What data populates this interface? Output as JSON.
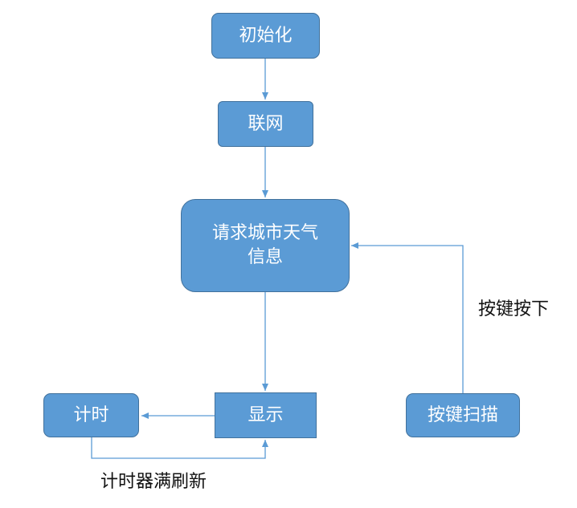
{
  "nodes": {
    "init": "初始化",
    "network": "联网",
    "request": "请求城市天气\n信息",
    "display": "显示",
    "timer": "计时",
    "key_scan": "按键扫描"
  },
  "edge_labels": {
    "key_press": "按键按下",
    "timer_refresh": "计时器满刷新"
  },
  "colors": {
    "node_fill": "#5b9bd5",
    "node_border": "#41719c",
    "connector": "#5b9bd5"
  }
}
